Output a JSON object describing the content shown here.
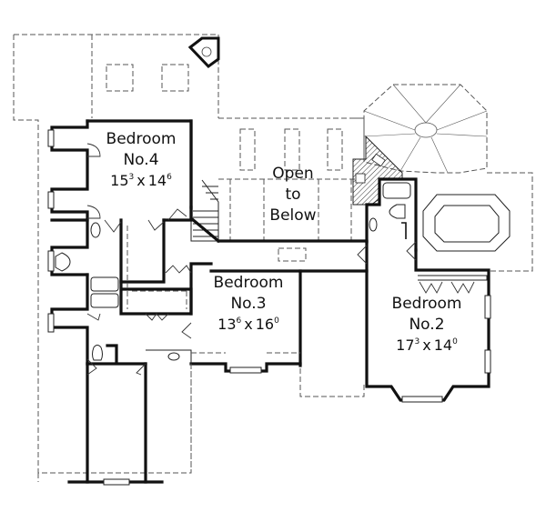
{
  "title": "Second Floor Plan",
  "rooms": [
    {
      "id": "bedroom-4",
      "name": "Bedroom",
      "number": "No.4",
      "dim_a": "15",
      "dim_a_sup": "3",
      "dim_b": "14",
      "dim_b_sup": "6"
    },
    {
      "id": "bedroom-3",
      "name": "Bedroom",
      "number": "No.3",
      "dim_a": "13",
      "dim_a_sup": "6",
      "dim_b": "16",
      "dim_b_sup": "0"
    },
    {
      "id": "bedroom-2",
      "name": "Bedroom",
      "number": "No.2",
      "dim_a": "17",
      "dim_a_sup": "3",
      "dim_b": "14",
      "dim_b_sup": "0"
    }
  ],
  "open_area": {
    "line1": "Open",
    "line2": "to",
    "line3": "Below"
  },
  "dim_separator": "x"
}
